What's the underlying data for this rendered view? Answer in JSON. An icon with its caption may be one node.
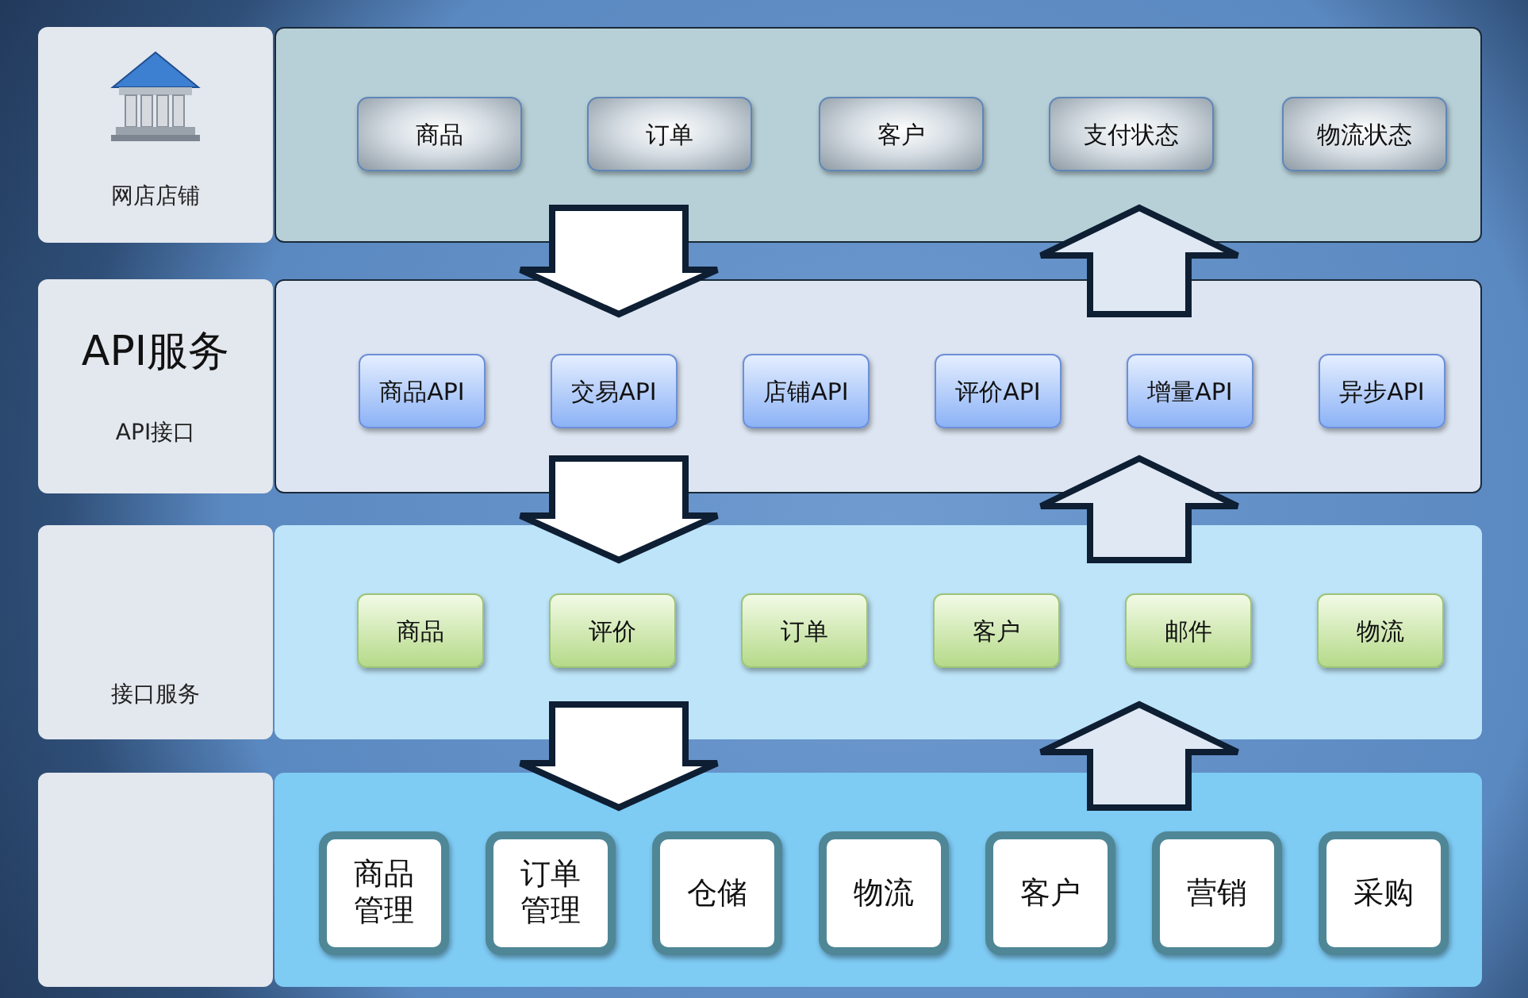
{
  "diagram": {
    "nodes": [
      {
        "text": [
          "网店店铺"
        ]
      },
      {
        "text": [],
        "shape": "box"
      },
      {
        "text": [
          "商品"
        ],
        "in": 1
      },
      {
        "text": [
          "订单"
        ],
        "in": 1
      },
      {
        "text": [
          "客户"
        ],
        "in": 1
      },
      {
        "text": [
          "支付状态"
        ],
        "in": 1
      },
      {
        "text": [
          "物流状态"
        ],
        "in": 1
      },
      {
        "text": [
          "API服务",
          "API接口"
        ]
      },
      {
        "text": [],
        "shape": "box"
      },
      {
        "text": [
          "商品API"
        ],
        "in": 8
      },
      {
        "text": [
          "交易API"
        ],
        "in": 8
      },
      {
        "text": [
          "店铺API"
        ],
        "in": 8
      },
      {
        "text": [
          "评价API"
        ],
        "in": 8
      },
      {
        "text": [
          "增量API"
        ],
        "in": 8
      },
      {
        "text": [
          "异步API"
        ],
        "in": 8
      },
      {
        "text": [
          "接口服务"
        ]
      },
      {
        "text": [],
        "shape": "box"
      },
      {
        "text": [
          "商品"
        ],
        "in": 16
      },
      {
        "text": [
          "评价"
        ],
        "in": 16
      },
      {
        "text": [
          "订单"
        ],
        "in": 16
      },
      {
        "text": [
          "客户"
        ],
        "in": 16
      },
      {
        "text": [
          "邮件"
        ],
        "in": 16
      },
      {
        "text": [
          "物流"
        ],
        "in": 16
      },
      {
        "text": [],
        "shape": "box"
      },
      {
        "text": [],
        "shape": "box"
      },
      {
        "text": [
          "商品管理"
        ],
        "in": 24
      },
      {
        "text": [
          "订单管理"
        ],
        "in": 24
      },
      {
        "text": [
          "仓储"
        ],
        "in": 24
      },
      {
        "text": [
          "物流"
        ],
        "in": 24
      },
      {
        "text": [
          "客户"
        ],
        "in": 24
      },
      {
        "text": [
          "营销"
        ],
        "in": 24
      },
      {
        "text": [
          "采购"
        ],
        "in": 24
      }
    ],
    "edges": [
      {
        "from": 1,
        "to": 8,
        "arrow": "to"
      },
      {
        "from": 8,
        "to": 1,
        "arrow": "to"
      },
      {
        "from": 8,
        "to": 16,
        "arrow": "to"
      },
      {
        "from": 16,
        "to": 8,
        "arrow": "to"
      },
      {
        "from": 16,
        "to": 24,
        "arrow": "to"
      },
      {
        "from": 24,
        "to": 16,
        "arrow": "to"
      }
    ]
  }
}
